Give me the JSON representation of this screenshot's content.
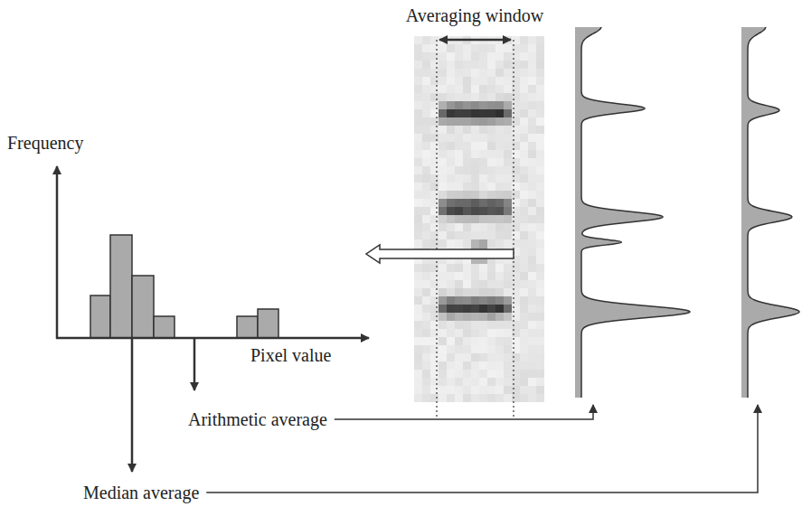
{
  "diagram": {
    "labels": [
      "Averaging window",
      "Frequency",
      "Pixel value",
      "Arithmetic average",
      "Median average"
    ]
  }
}
